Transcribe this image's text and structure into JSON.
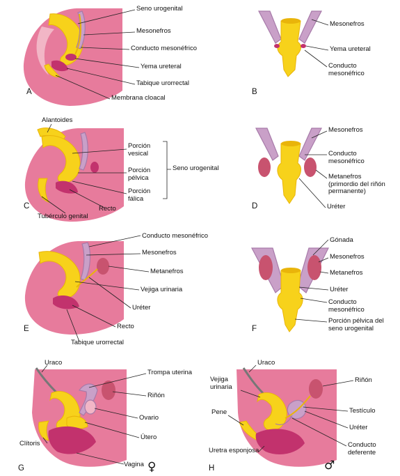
{
  "palette": {
    "body_pink": "#e77b9c",
    "body_pink_light": "#f2b6c6",
    "yellow": "#f7d21b",
    "yellow_dark": "#e9b40a",
    "magenta": "#c2326d",
    "mesonephros_lilac": "#c9a0c8",
    "mesonephros_lilac_dark": "#a77aa9",
    "kidney": "#c8536f",
    "line": "#222222"
  },
  "panels": {
    "A": {
      "letter": "A",
      "labels": {
        "seno_urogenital": "Seno urogenital",
        "mesonefros": "Mesonefros",
        "conducto_mesonefrico": "Conducto mesonéfrico",
        "yema_ureteral": "Yema ureteral",
        "tabique_urorrectal": "Tabique urorrectal",
        "membrana_cloacal": "Membrana cloacal"
      }
    },
    "B": {
      "letter": "B",
      "labels": {
        "mesonefros": "Mesonefros",
        "yema_ureteral": "Yema ureteral",
        "conducto_mesonefrico": "Conducto mesonéfrico"
      }
    },
    "C": {
      "letter": "C",
      "labels": {
        "alantoides": "Alantoides",
        "porcion_vesical": "Porción vesical",
        "porcion_pelvica": "Porción pélvica",
        "porcion_falica": "Porción fálica",
        "seno_urogenital": "Seno urogenital",
        "recto": "Recto",
        "tuberculo_genital": "Tubérculo genital"
      }
    },
    "D": {
      "letter": "D",
      "labels": {
        "mesonefros": "Mesonefros",
        "conducto_mesonefrico": "Conducto mesonéfrico",
        "metanefros": "Metanefros (primordio del riñón permanente)",
        "ureter": "Uréter"
      }
    },
    "E": {
      "letter": "E",
      "labels": {
        "conducto_mesonefrico": "Conducto mesonéfrico",
        "mesonefros": "Mesonefros",
        "metanefros": "Metanefros",
        "vejiga_urinaria": "Vejiga urinaria",
        "ureter": "Uréter",
        "recto": "Recto",
        "tabique_urorrectal": "Tabique urorrectal"
      }
    },
    "F": {
      "letter": "F",
      "labels": {
        "gonada": "Gónada",
        "mesonefros": "Mesonefros",
        "metanefros": "Metanefros",
        "ureter": "Uréter",
        "conducto_mesonefrico": "Conducto mesonéfrico",
        "porcion_pelvica": "Porción pélvica del seno urogenital"
      }
    },
    "G": {
      "letter": "G",
      "symbol": "♀",
      "labels": {
        "uraco": "Uraco",
        "trompa_uterina": "Trompa uterina",
        "rinon": "Riñón",
        "ovario": "Ovario",
        "utero": "Útero",
        "clitoris": "Clítoris",
        "vagina": "Vagina"
      }
    },
    "H": {
      "letter": "H",
      "symbol": "♂",
      "labels": {
        "uraco": "Uraco",
        "vejiga_urinaria": "Vejiga urinaria",
        "rinon": "Riñón",
        "pene": "Pene",
        "testiculo": "Testículo",
        "ureter": "Uréter",
        "uretra_esponjosa": "Uretra esponjosa",
        "conducto_deferente": "Conducto deferente"
      }
    }
  }
}
